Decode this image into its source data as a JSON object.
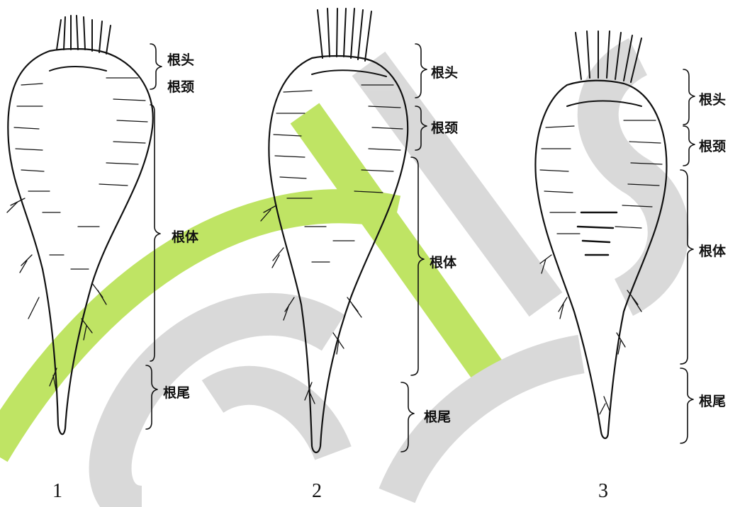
{
  "figure": {
    "watermark_colors": {
      "green": "#b5e04a",
      "grey": "#d3d3d3"
    },
    "roots": [
      {
        "number": "1",
        "labels": {
          "head": "根头",
          "neck": "根颈",
          "body": "根体",
          "tail": "根尾"
        }
      },
      {
        "number": "2",
        "labels": {
          "head": "根头",
          "neck": "根颈",
          "body": "根体",
          "tail": "根尾"
        }
      },
      {
        "number": "3",
        "labels": {
          "head": "根头",
          "neck": "根颈",
          "body": "根体",
          "tail": "根尾"
        }
      }
    ]
  }
}
